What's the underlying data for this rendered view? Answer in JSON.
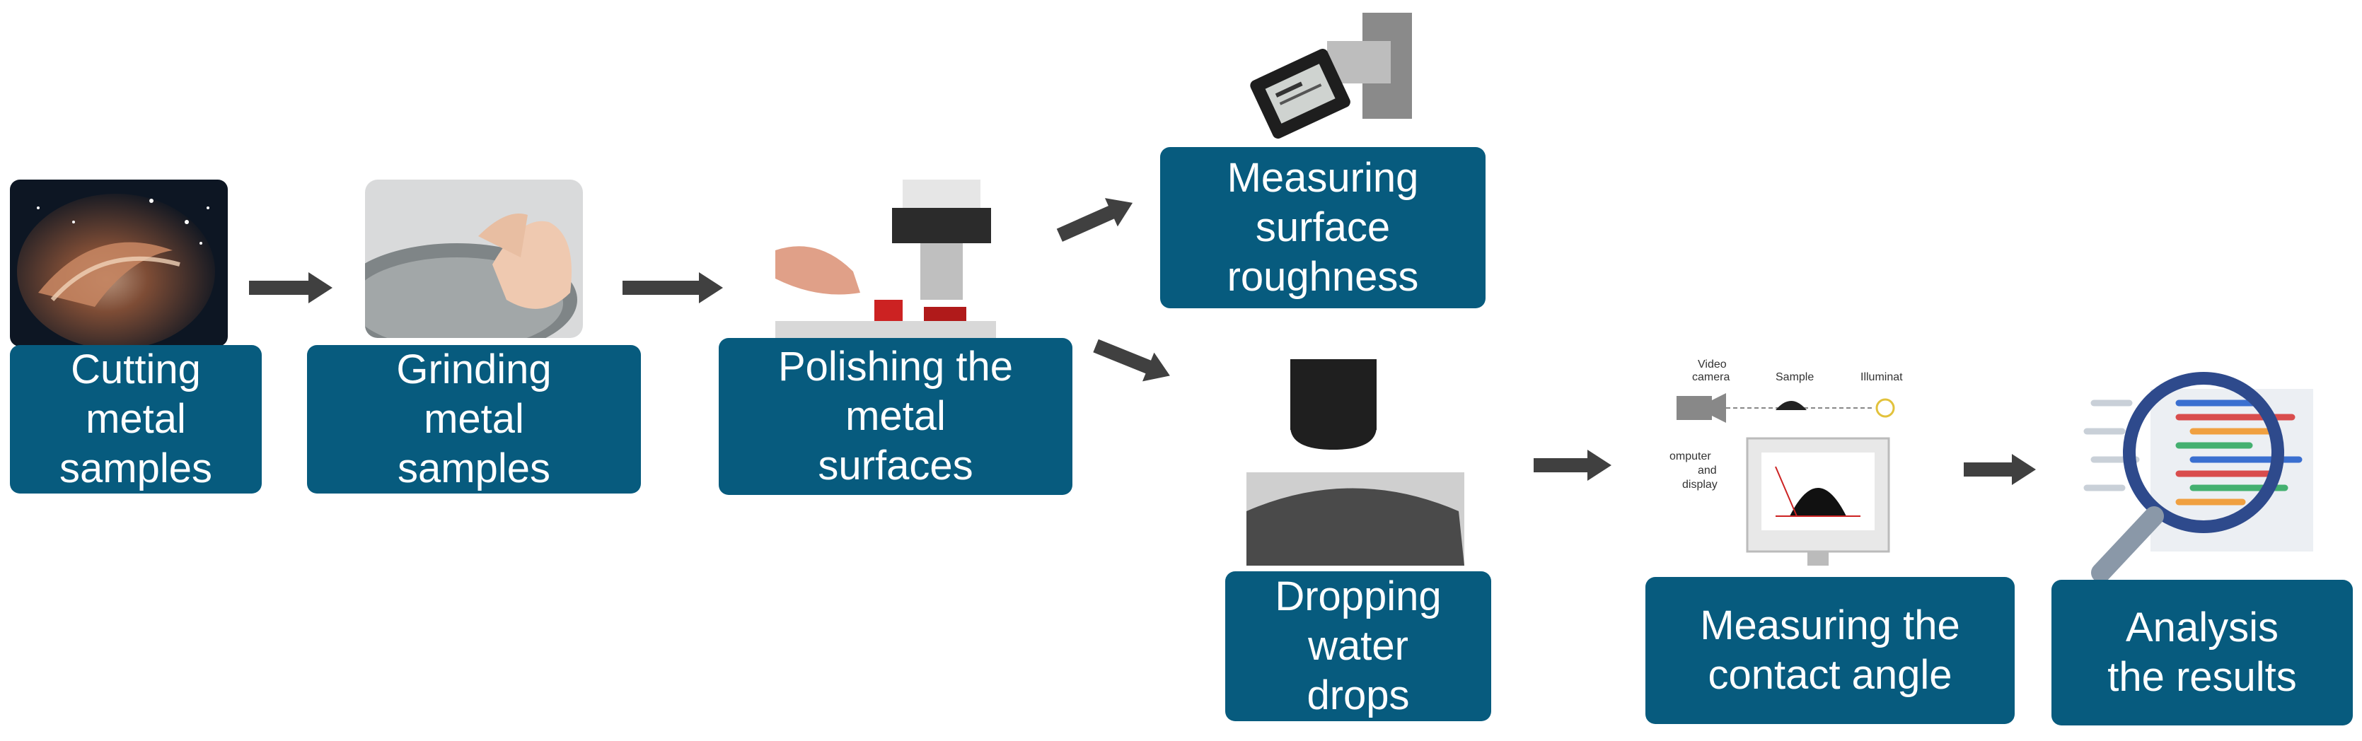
{
  "steps": {
    "cutting": {
      "label": "Cutting\nmetal\nsamples",
      "image": "sparks-cutting-photo"
    },
    "grinding": {
      "label": "Grinding\nmetal\nsamples",
      "image": "hands-grinding-photo"
    },
    "polishing": {
      "label": "Polishing the\nmetal\nsurfaces",
      "image": "polishing-machine-photo"
    },
    "roughness": {
      "label": "Measuring\nsurface\nroughness",
      "image": "roughness-tester-photo"
    },
    "dropping": {
      "label": "Dropping\nwater\ndrops",
      "image": "water-drop-photo"
    },
    "contact_angle": {
      "label": "Measuring the\ncontact angle",
      "image": "goniometer-schematic"
    },
    "analysis": {
      "label": "Analysis\nthe results",
      "image": "magnifier-analysis-icon"
    }
  },
  "schematic": {
    "video_camera": "Video\ncamera",
    "sample": "Sample",
    "illumination": "Illuminat",
    "computer": "omputer\nand\ndisplay"
  },
  "colors": {
    "box_fill": "#075b7e",
    "box_text": "#ffffff",
    "arrow": "#404040"
  }
}
